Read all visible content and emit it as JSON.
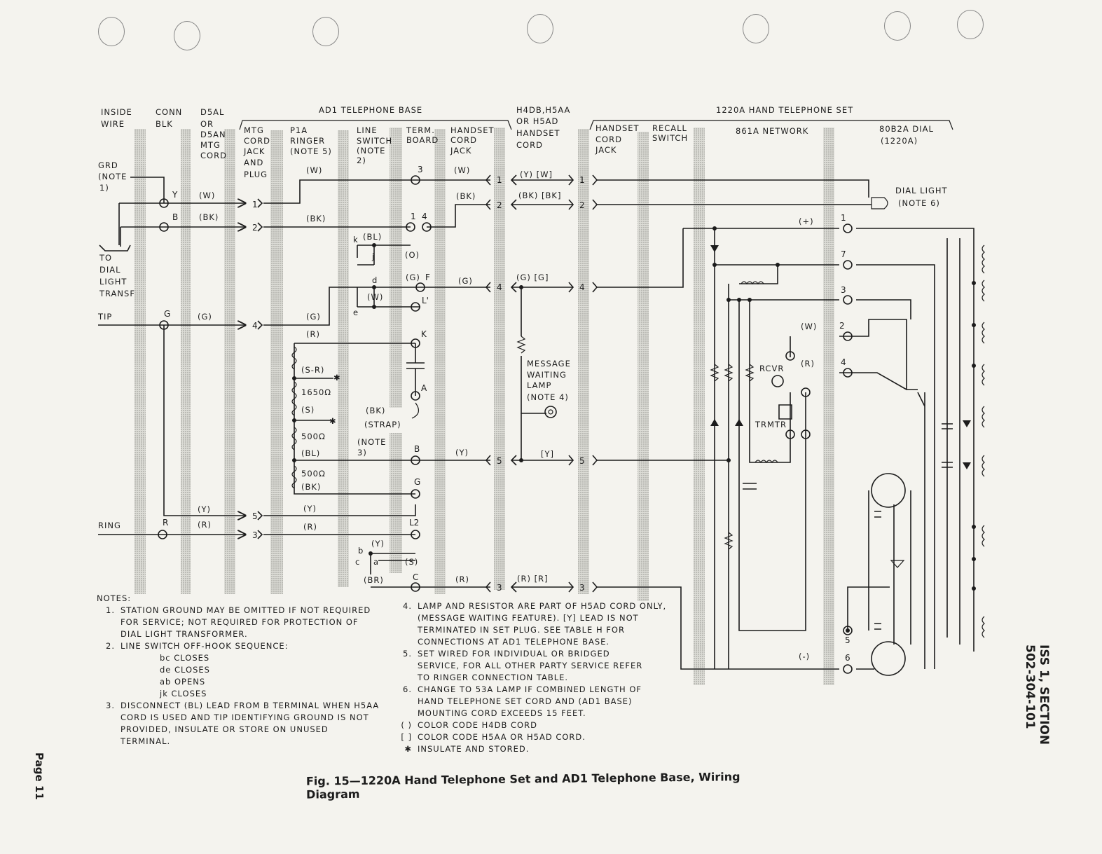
{
  "headers": {
    "inside_wire": [
      "INSIDE",
      "WIRE"
    ],
    "conn_blk": [
      "CONN",
      "BLK"
    ],
    "d5al": [
      "D5AL",
      "OR",
      "D5AN",
      "MTG",
      "CORD"
    ],
    "ad1_base": "AD1 TELEPHONE BASE",
    "mtg_cord_jack": [
      "MTG",
      "CORD",
      "JACK",
      "AND",
      "PLUG"
    ],
    "p1a_ringer": [
      "P1A",
      "RINGER",
      "(NOTE 5)"
    ],
    "line_switch": [
      "LINE",
      "SWITCH",
      "(NOTE",
      "2)"
    ],
    "term_board": [
      "TERM.",
      "BOARD"
    ],
    "handset_cord_jack": [
      "HANDSET",
      "CORD",
      "JACK"
    ],
    "h4db_cord": [
      "H4DB,H5AA",
      "OR H5AD",
      "HANDSET",
      "CORD"
    ],
    "hand_set_1220a": "1220A HAND TELEPHONE SET",
    "handset_cord_jack_2": [
      "HANDSET",
      "CORD",
      "JACK"
    ],
    "recall_switch": [
      "RECALL",
      "SWITCH"
    ],
    "network": "861A NETWORK",
    "dial": [
      "80B2A DIAL",
      "(1220A)"
    ]
  },
  "left_labels": {
    "grd": [
      "GRD",
      "(NOTE",
      "1)"
    ],
    "to_dial": [
      "TO",
      "DIAL",
      "LIGHT",
      "TRANSF"
    ],
    "tip": "TIP",
    "ring": "RING"
  },
  "conn_terminals": [
    "Y",
    "B",
    "G",
    "R"
  ],
  "cord_colors": [
    "(W)",
    "(BK)",
    "(G)",
    "(Y)",
    "(R)"
  ],
  "plug_pins": [
    "1",
    "2",
    "4",
    "5",
    "3"
  ],
  "ringer_labels": {
    "w": "(W)",
    "bk": "(BK)",
    "g": "(G)",
    "r": "(R)",
    "s_r": "(S-R)",
    "r1650": "1650Ω",
    "s": "(S)",
    "r500a": "500Ω",
    "bl": "(BL)",
    "r500b": "500Ω",
    "bk2": "(BK)",
    "y": "(Y)",
    "r2": "(R)"
  },
  "switch_labels": {
    "k": "k",
    "bl": "(BL)",
    "j": "j",
    "o": "(O)",
    "d": "d",
    "e": "e",
    "w": "(W)",
    "bkstrap": [
      "(BK)",
      "(STRAP)"
    ],
    "note3": [
      "(NOTE",
      "3)"
    ],
    "b": "b",
    "c": "c",
    "a": "a",
    "y": "(Y)",
    "br": "(BR)",
    "s": "(S)"
  },
  "term_board_labels": {
    "t3": "3",
    "t1": "1",
    "t4": "4",
    "f": "F",
    "g_lbl": "(G)",
    "lprime": "L'",
    "k": "K",
    "a": "A",
    "b": "B",
    "g": "G",
    "l2": "L2",
    "c": "C"
  },
  "jack_labels": {
    "w": "(W)",
    "bk": "(BK)",
    "g": "(G)",
    "y": "(Y)",
    "r": "(R)",
    "pins": [
      "1",
      "2",
      "4",
      "5",
      "3"
    ]
  },
  "cord_labels": {
    "yw": "(Y) [W]",
    "bkbk": "(BK) [BK]",
    "gg": "(G)  [G]",
    "y": "[Y]",
    "rr": "(R)  [R]",
    "lamp": [
      "MESSAGE",
      "WAITING",
      "LAMP",
      "(NOTE 4)"
    ]
  },
  "set_labels": {
    "pins": [
      "1",
      "2",
      "4",
      "5",
      "3"
    ],
    "dial_light": [
      "DIAL LIGHT",
      "(NOTE 6)"
    ],
    "plus": "(+)",
    "minus": "(-)",
    "w": "(W)",
    "r": "(R)",
    "rcvr": "RCVR",
    "trmtr": "TRMTR",
    "dial_terms": [
      "1",
      "7",
      "3",
      "2",
      "4",
      "5",
      "6"
    ]
  },
  "notes_left": {
    "heading": "NOTES:",
    "n1": {
      "num": "1.",
      "text": [
        "STATION GROUND MAY BE OMITTED IF NOT REQUIRED",
        "FOR SERVICE; NOT REQUIRED FOR PROTECTION OF",
        "DIAL LIGHT TRANSFORMER."
      ]
    },
    "n2": {
      "num": "2.",
      "text": "LINE SWITCH OFF-HOOK SEQUENCE:",
      "seq": [
        "bc CLOSES",
        "de CLOSES",
        "ab OPENS",
        "jk CLOSES"
      ]
    },
    "n3": {
      "num": "3.",
      "text": [
        "DISCONNECT (BL) LEAD FROM B TERMINAL WHEN H5AA",
        "CORD IS USED AND TIP IDENTIFYING GROUND IS NOT",
        "PROVIDED, INSULATE OR STORE ON UNUSED",
        "TERMINAL."
      ]
    }
  },
  "notes_right": {
    "n4": {
      "num": "4.",
      "text": [
        "LAMP AND RESISTOR ARE PART OF H5AD CORD ONLY,",
        "(MESSAGE WAITING FEATURE). [Y] LEAD IS NOT",
        "TERMINATED IN SET PLUG. SEE TABLE H FOR",
        "CONNECTIONS AT AD1 TELEPHONE BASE."
      ]
    },
    "n5": {
      "num": "5.",
      "text": [
        "SET WIRED FOR INDIVIDUAL OR BRIDGED",
        "SERVICE, FOR ALL OTHER PARTY SERVICE REFER",
        "TO RINGER CONNECTION TABLE."
      ]
    },
    "n6": {
      "num": "6.",
      "text": [
        "CHANGE TO 53A LAMP IF COMBINED LENGTH OF",
        "HAND TELEPHONE SET CORD AND (AD1 BASE)",
        "MOUNTING CORD EXCEEDS 15 FEET."
      ]
    },
    "k1": {
      "sym": "( )",
      "text": "COLOR CODE H4DB CORD"
    },
    "k2": {
      "sym": "[ ]",
      "text": "COLOR CODE H5AA OR H5AD CORD."
    },
    "k3": {
      "sym": "✱",
      "text": "INSULATE AND STORED."
    }
  },
  "caption": "Fig. 15—1220A Hand Telephone Set and AD1 Telephone Base, Wiring Diagram",
  "side_right": "ISS 1, SECTION 502-304-101",
  "side_left": "Page 11"
}
